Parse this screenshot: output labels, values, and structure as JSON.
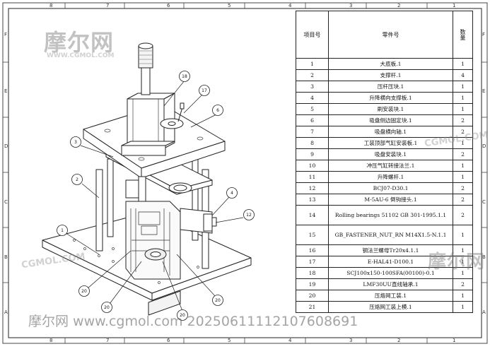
{
  "zone_letters_left": [
    "F",
    "E",
    "D",
    "C",
    "B",
    "A"
  ],
  "zone_letters_right": [
    "F",
    "E",
    "D",
    "C",
    "B",
    "A"
  ],
  "zone_numbers_top": [
    "8",
    "7",
    "6",
    "5",
    "4",
    "3",
    "2",
    "1"
  ],
  "zone_numbers_bottom": [
    "8",
    "7",
    "6",
    "5",
    "4",
    "3",
    "2",
    "1"
  ],
  "watermark": {
    "logo_cn": "摩尔网",
    "logo_en": "WWW.CGMOL.COM",
    "repeat_en": "CGMOL.COM",
    "footer": "摩尔网 www.cgmol.com 20250611112107608691"
  },
  "balloons": [
    "18",
    "17",
    "6",
    "3",
    "2",
    "1",
    "4",
    "12",
    "20",
    "20",
    "20",
    "20"
  ],
  "bom": {
    "headers": [
      "项目号",
      "零件号",
      "数量"
    ],
    "rows": [
      {
        "no": "1",
        "part": "大底板.1",
        "qty": "1"
      },
      {
        "no": "2",
        "part": "支撑杆.1",
        "qty": "4"
      },
      {
        "no": "3",
        "part": "压杆压块.1",
        "qty": "1"
      },
      {
        "no": "4",
        "part": "升降横向支撑板.1",
        "qty": "1"
      },
      {
        "no": "5",
        "part": "刷安装块.1",
        "qty": "1"
      },
      {
        "no": "6",
        "part": "吸盘侧边固定块.1",
        "qty": "2"
      },
      {
        "no": "7",
        "part": "吸盘横向轴.1",
        "qty": "2"
      },
      {
        "no": "8",
        "part": "工装顶部气缸安装板.1",
        "qty": "1"
      },
      {
        "no": "9",
        "part": "吸盘安装块.1",
        "qty": "2"
      },
      {
        "no": "10",
        "part": "冲压气缸转接法兰.1",
        "qty": "1"
      },
      {
        "no": "11",
        "part": "升降螺杆.1",
        "qty": "1"
      },
      {
        "no": "12",
        "part": "BCJ07-D30.1",
        "qty": "2"
      },
      {
        "no": "13",
        "part": "M-5AU-6 倒钩接头.1",
        "qty": "2"
      },
      {
        "no": "14",
        "part": "Rolling bearings 51102 GB 301-1995.1.1",
        "qty": "2"
      },
      {
        "no": "15",
        "part": "GB_FASTENER_NUT_RN M14X1.5-N.1.1",
        "qty": "1"
      },
      {
        "no": "16",
        "part": "钢法兰螺母Tr20x4.1.1",
        "qty": "1"
      },
      {
        "no": "17",
        "part": "E-HAL41-D100.1",
        "qty": "1"
      },
      {
        "no": "18",
        "part": "SCJ100x150-100SFA(00100)-0.1",
        "qty": "1"
      },
      {
        "no": "19",
        "part": "LMF30UU直线轴承.1",
        "qty": "2"
      },
      {
        "no": "20",
        "part": "压烙网工装.1",
        "qty": "1"
      },
      {
        "no": "21",
        "part": "压烙网工装上模.1",
        "qty": "1"
      }
    ]
  }
}
